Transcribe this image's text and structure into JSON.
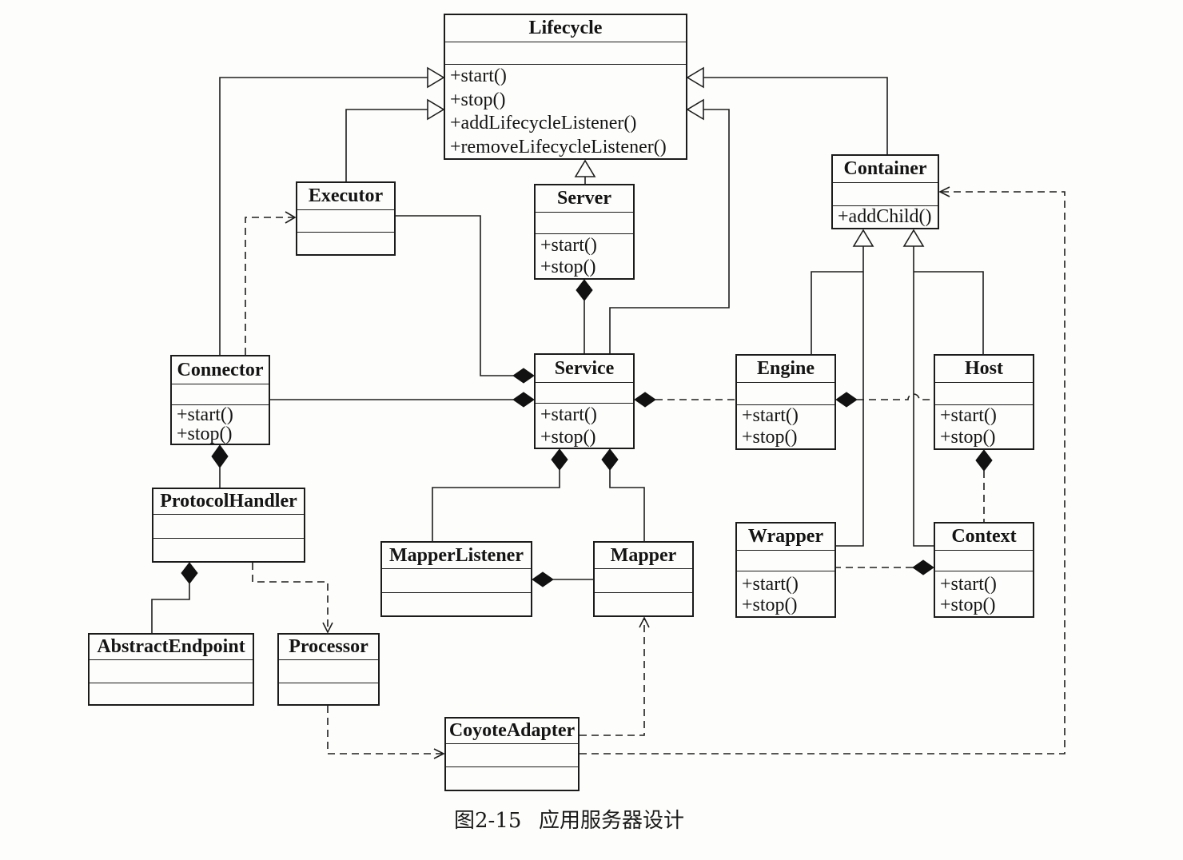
{
  "classes": {
    "lifecycle": {
      "name": "Lifecycle",
      "methods": [
        "+start()",
        "+stop()",
        "+addLifecycleListener()",
        "+removeLifecycleListener()"
      ]
    },
    "container": {
      "name": "Container",
      "methods": [
        "+addChild()"
      ]
    },
    "executor": {
      "name": "Executor",
      "methods": []
    },
    "server": {
      "name": "Server",
      "methods": [
        "+start()",
        "+stop()"
      ]
    },
    "connector": {
      "name": "Connector",
      "methods": [
        "+start()",
        "+stop()"
      ]
    },
    "service": {
      "name": "Service",
      "methods": [
        "+start()",
        "+stop()"
      ]
    },
    "engine": {
      "name": "Engine",
      "methods": [
        "+start()",
        "+stop()"
      ]
    },
    "host": {
      "name": "Host",
      "methods": [
        "+start()",
        "+stop()"
      ]
    },
    "protocol_handler": {
      "name": "ProtocolHandler",
      "methods": []
    },
    "mapper_listener": {
      "name": "MapperListener",
      "methods": []
    },
    "mapper": {
      "name": "Mapper",
      "methods": []
    },
    "wrapper": {
      "name": "Wrapper",
      "methods": [
        "+start()",
        "+stop()"
      ]
    },
    "context": {
      "name": "Context",
      "methods": [
        "+start()",
        "+stop()"
      ]
    },
    "abstract_endpoint": {
      "name": "AbstractEndpoint",
      "methods": []
    },
    "processor": {
      "name": "Processor",
      "methods": []
    },
    "coyote_adapter": {
      "name": "CoyoteAdapter",
      "methods": []
    }
  },
  "caption": {
    "label": "图2-15",
    "title": "应用服务器设计"
  }
}
